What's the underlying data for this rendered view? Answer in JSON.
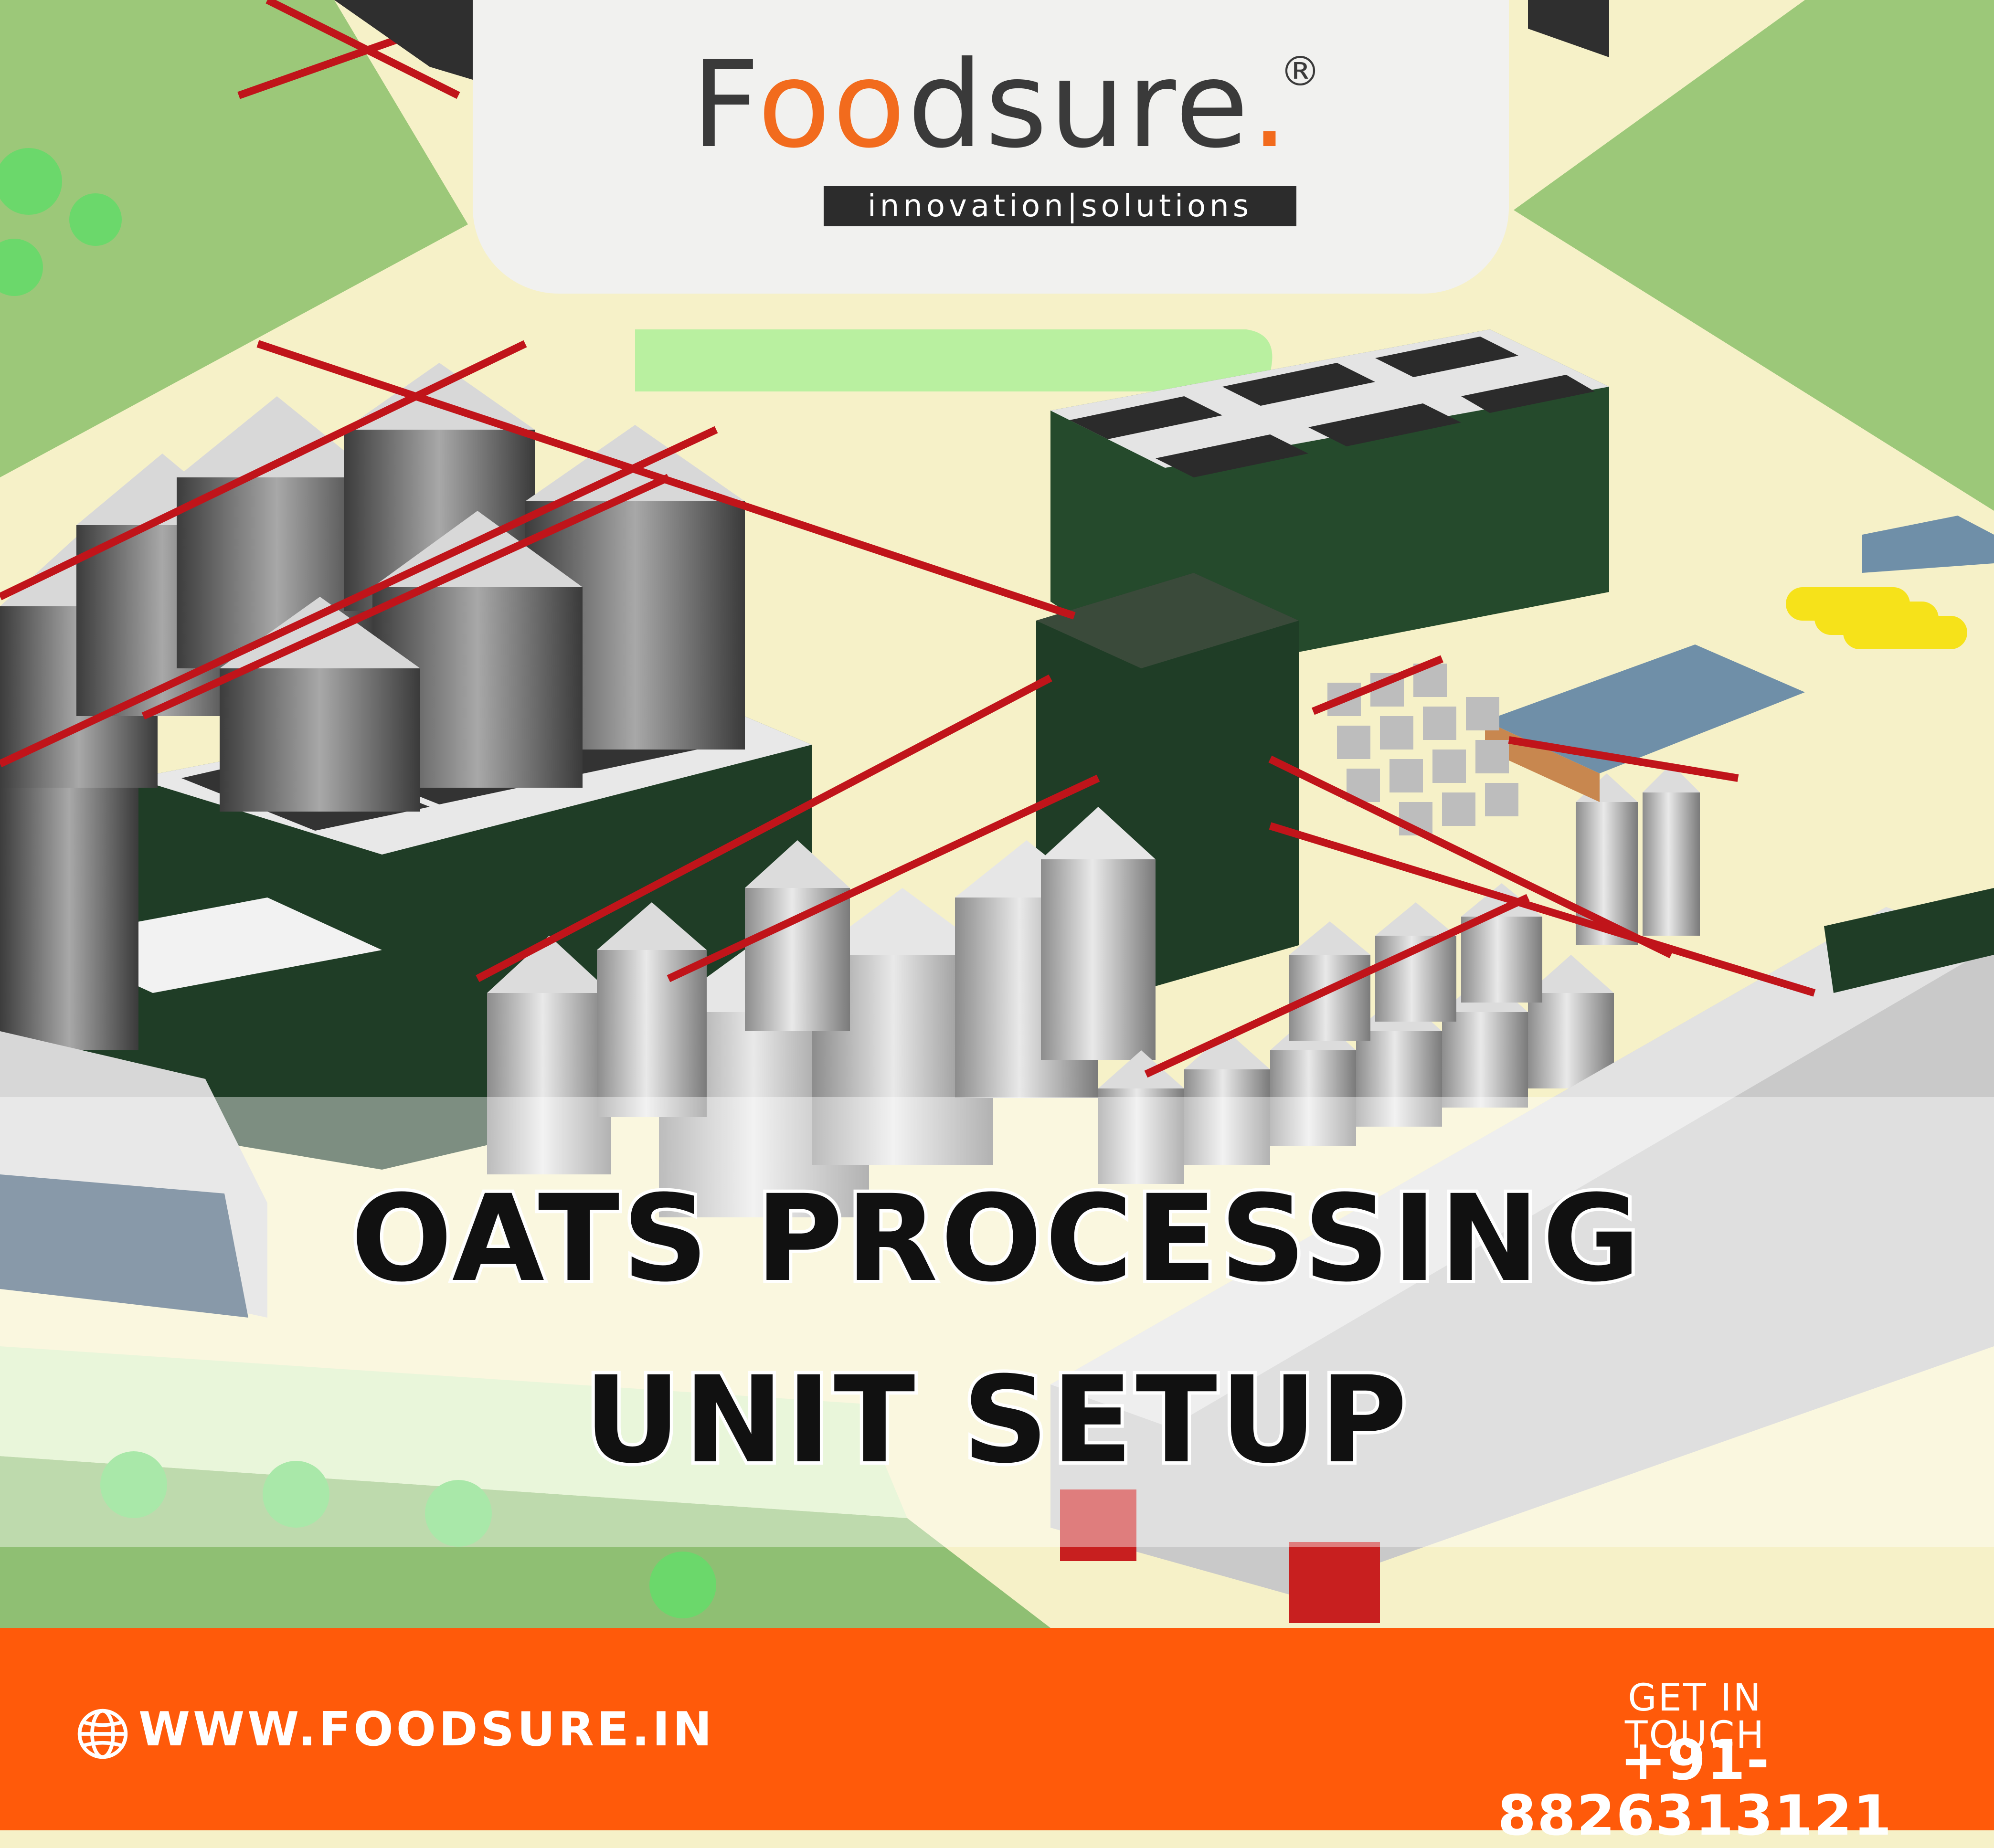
{
  "brand": {
    "name_prefix": "F",
    "name_o1": "o",
    "name_o2": "o",
    "name_suffix": "dsure",
    "name_dot": ".",
    "registered": "®",
    "tagline": "innovation|solutions",
    "accent_color": "#f26b1d",
    "text_color": "#3a3a3a"
  },
  "headline": {
    "line1": "OATS PROCESSING",
    "line2": "UNIT SETUP"
  },
  "footer": {
    "background": "#ff5a0a",
    "globe_icon": "globe-icon",
    "website": "WWW.FOODSURE.IN",
    "contact_label": "GET IN TOUCH",
    "phone": "+91-8826313121"
  },
  "scene": {
    "description_icon": "industrial-plant-illustration"
  }
}
